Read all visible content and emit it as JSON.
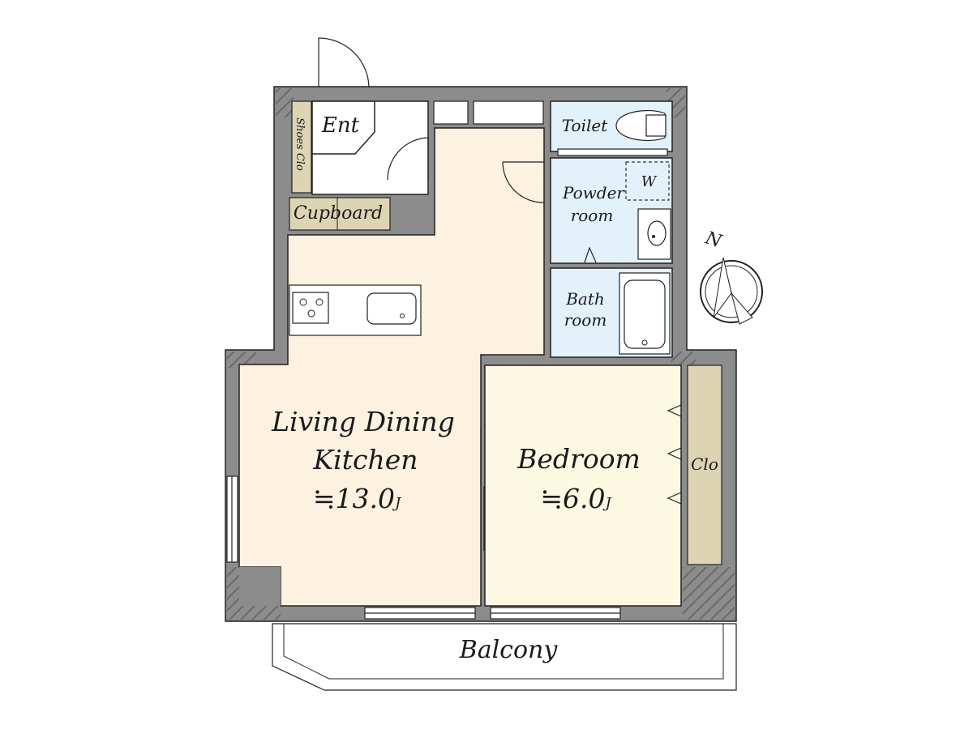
{
  "rooms": {
    "entrance": "Ent",
    "shoes_closet": "Shoes Clo",
    "cupboard": "Cupboard",
    "toilet": "Toilet",
    "powder_room": [
      "Powder",
      "room"
    ],
    "washer": "W",
    "bathroom": [
      "Bath",
      "room"
    ],
    "ldk": {
      "name": [
        "Living Dining",
        "Kitchen"
      ],
      "area": "≒13.0",
      "unit": "J"
    },
    "bedroom": {
      "name": "Bedroom",
      "area": "≒6.0",
      "unit": "J"
    },
    "closet": "Clo",
    "balcony": "Balcony"
  },
  "compass": {
    "label": "N"
  },
  "colors": {
    "wall": "#8c8c8c",
    "wet_area": "#e3f1fb",
    "ldk": "#fdf1df",
    "bedroom": "#fcf8e1",
    "storage": "#ddd4b4",
    "line": "#222222"
  }
}
